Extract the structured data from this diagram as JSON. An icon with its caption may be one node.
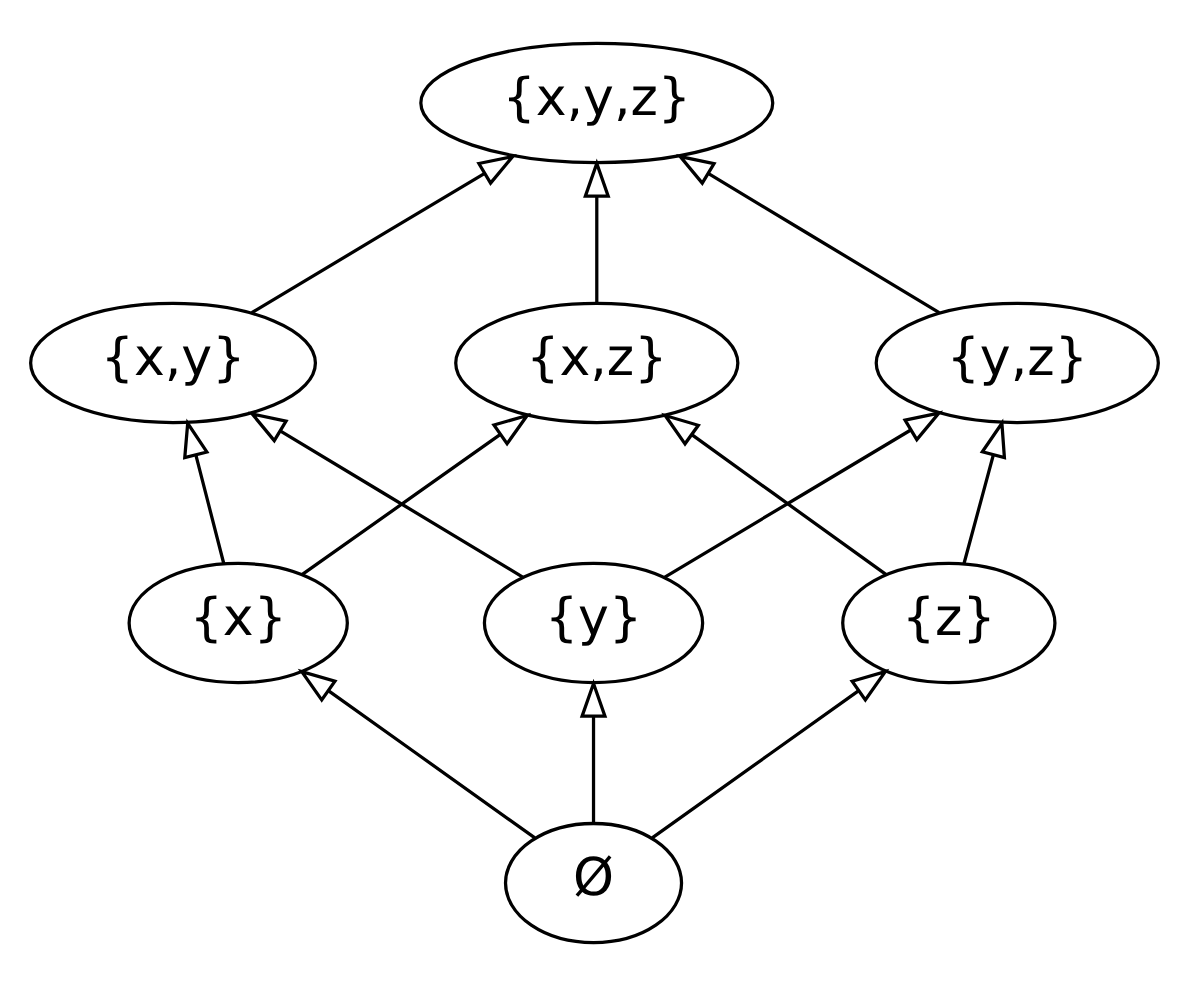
{
  "diagram": {
    "nodes": [
      {
        "text": [
          "{x,y,z}"
        ]
      },
      {
        "text": [
          "{x,y}"
        ]
      },
      {
        "text": [
          "{x,z}"
        ]
      },
      {
        "text": [
          "{y,z}"
        ]
      },
      {
        "text": [
          "{x}"
        ]
      },
      {
        "text": [
          "{y}"
        ]
      },
      {
        "text": [
          "{z}"
        ]
      },
      {
        "text": [
          "Ø"
        ]
      }
    ],
    "edges": [
      {
        "from": 7,
        "to": 4,
        "arrow": "to"
      },
      {
        "from": 7,
        "to": 5,
        "arrow": "to"
      },
      {
        "from": 7,
        "to": 6,
        "arrow": "to"
      },
      {
        "from": 4,
        "to": 1,
        "arrow": "to"
      },
      {
        "from": 4,
        "to": 2,
        "arrow": "to"
      },
      {
        "from": 5,
        "to": 1,
        "arrow": "to"
      },
      {
        "from": 5,
        "to": 3,
        "arrow": "to"
      },
      {
        "from": 6,
        "to": 2,
        "arrow": "to"
      },
      {
        "from": 6,
        "to": 3,
        "arrow": "to"
      },
      {
        "from": 1,
        "to": 0,
        "arrow": "to"
      },
      {
        "from": 2,
        "to": 0,
        "arrow": "to"
      },
      {
        "from": 3,
        "to": 0,
        "arrow": "to"
      }
    ]
  }
}
